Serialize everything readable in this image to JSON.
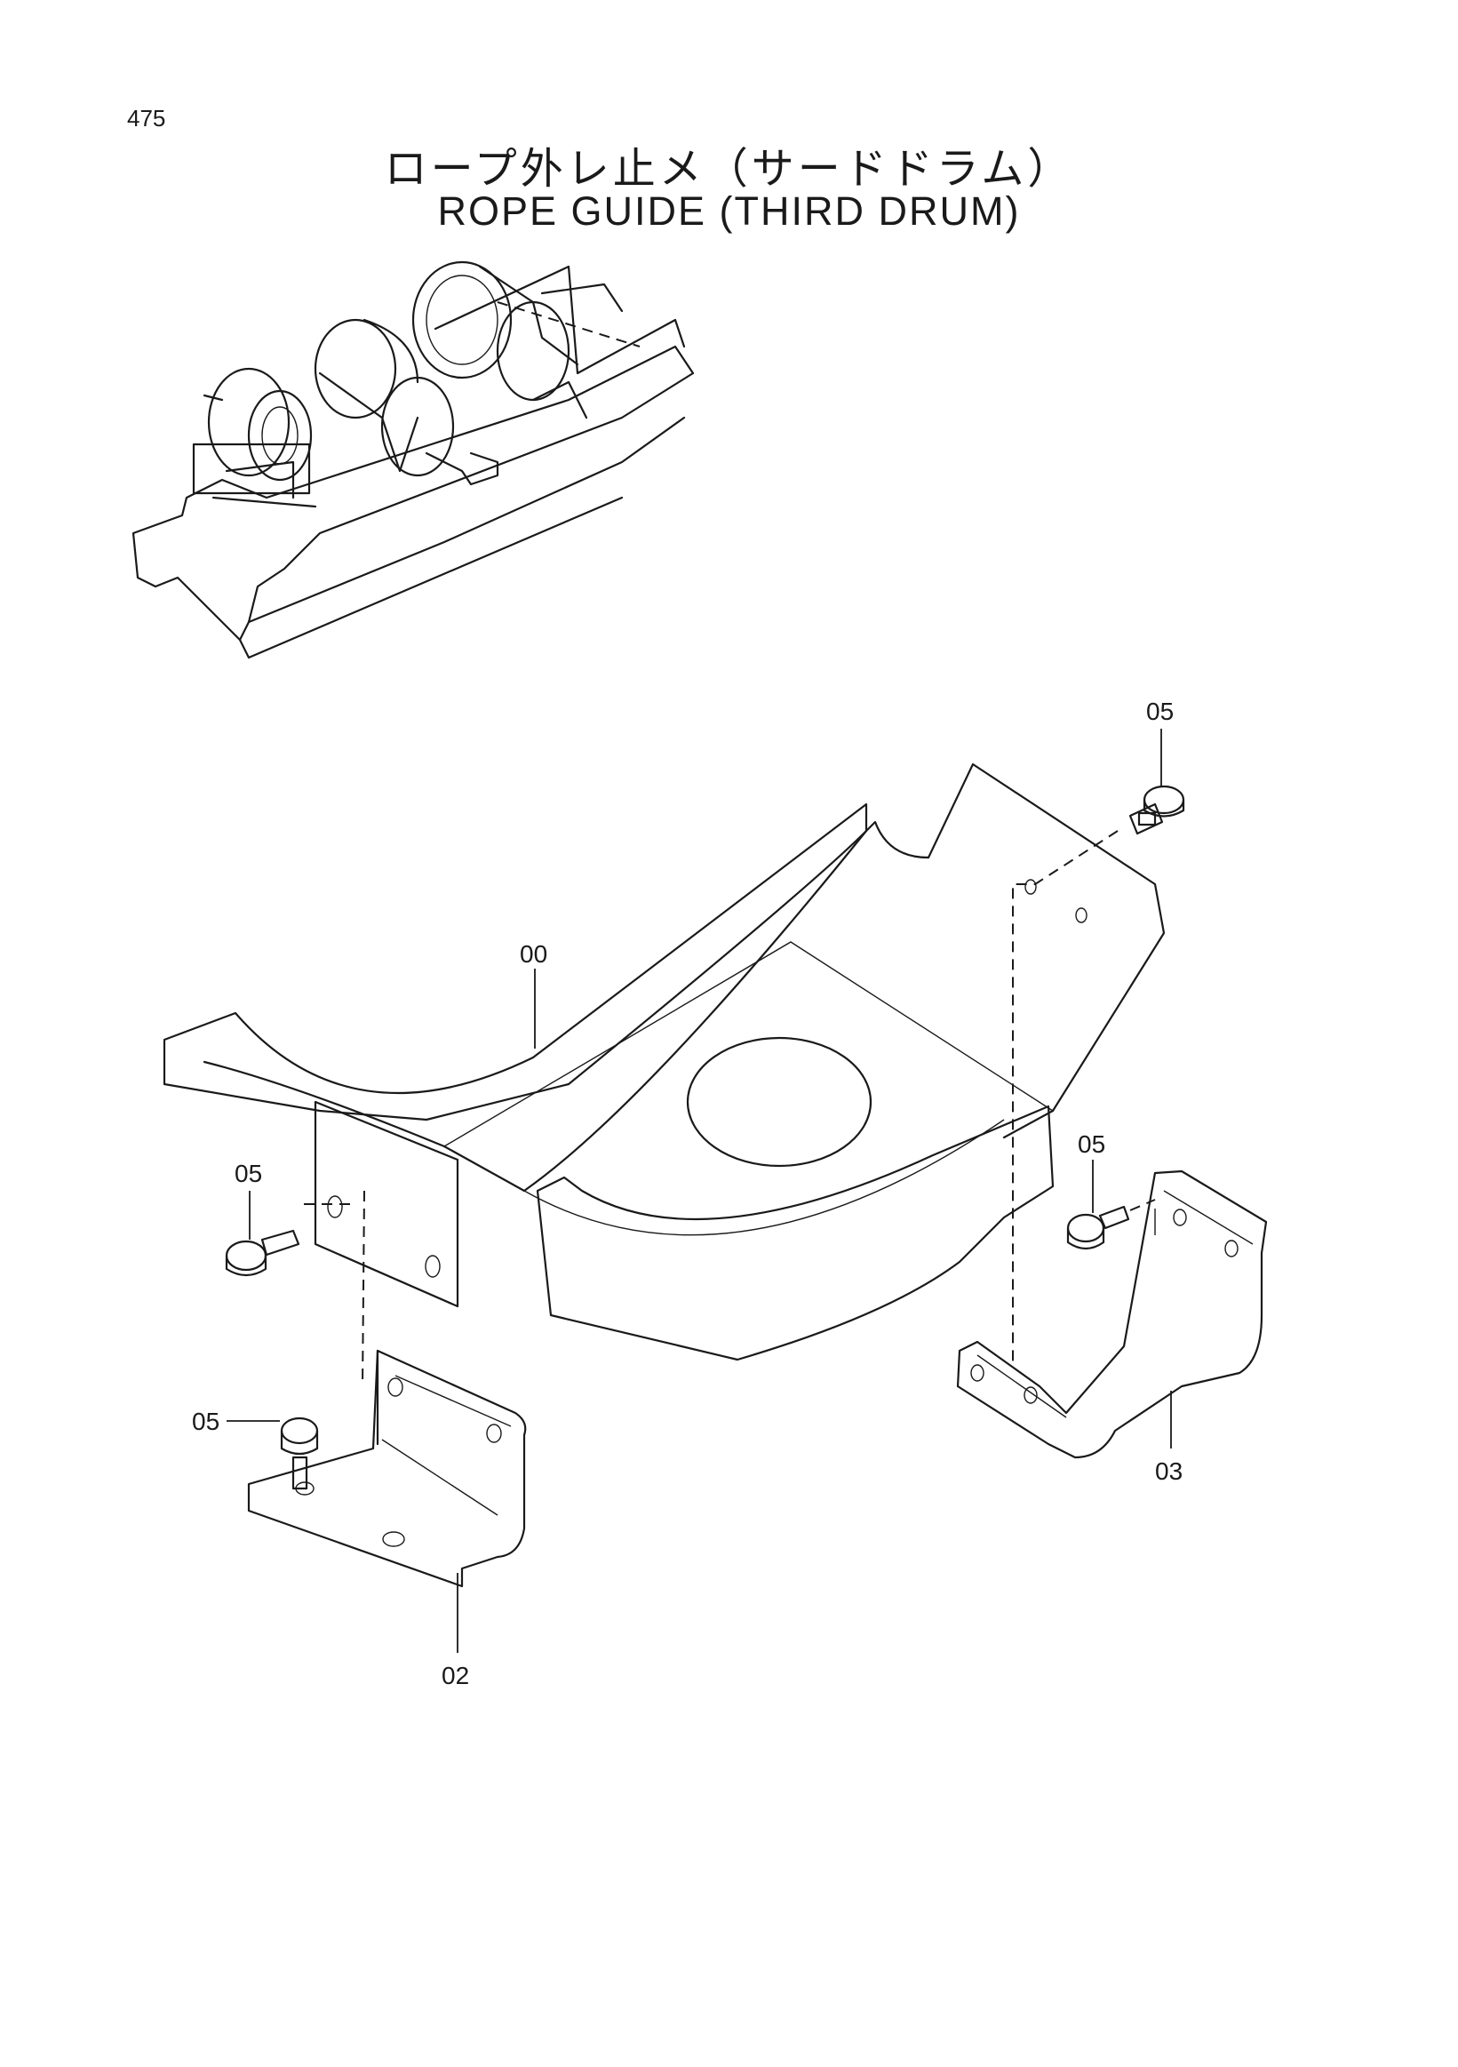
{
  "page": {
    "number": "475"
  },
  "title": {
    "japanese": "ロープ外レ止メ（サードドラム）",
    "english": "ROPE GUIDE (THIRD DRUM)"
  },
  "callouts": [
    {
      "id": "c-00",
      "label": "00",
      "part": "rope-guide-plate"
    },
    {
      "id": "c-02",
      "label": "02",
      "part": "left-bracket"
    },
    {
      "id": "c-03",
      "label": "03",
      "part": "right-bracket"
    },
    {
      "id": "c-05a",
      "label": "05",
      "part": "bolt-top-right"
    },
    {
      "id": "c-05b",
      "label": "05",
      "part": "bolt-left"
    },
    {
      "id": "c-05c",
      "label": "05",
      "part": "bolt-lower-left"
    },
    {
      "id": "c-05d",
      "label": "05",
      "part": "bolt-right"
    }
  ]
}
